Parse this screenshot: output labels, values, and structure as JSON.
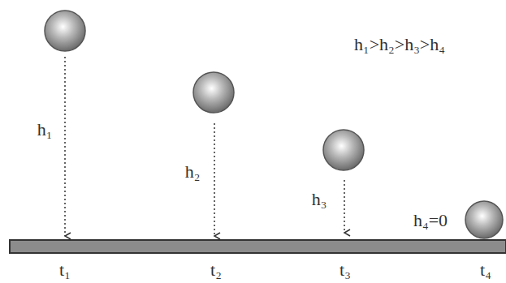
{
  "diagram": {
    "labels": [
      "h₁>h₂>h₃>h₄",
      "h₁",
      "h₂",
      "h₃",
      "h₄=0",
      "t₁",
      "t₂",
      "t₃",
      "t₄"
    ]
  }
}
